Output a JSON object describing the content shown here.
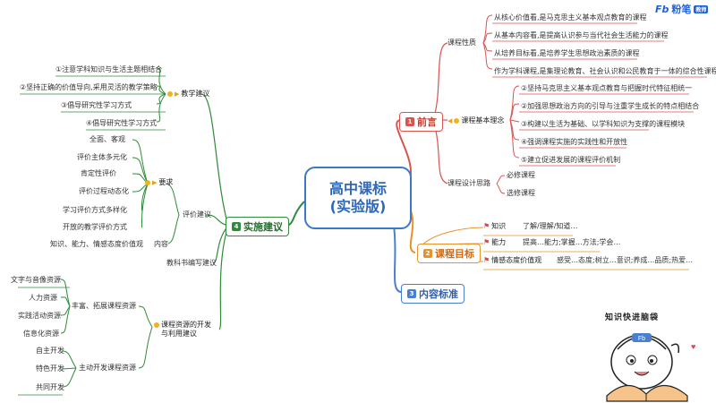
{
  "logo": {
    "mark": "Fb",
    "name": "粉笔",
    "badge": "教师"
  },
  "central": {
    "line1": "高中课标",
    "line2": "(实验版)"
  },
  "branches": {
    "preface": {
      "num": "1",
      "label": "前言"
    },
    "goals": {
      "num": "2",
      "label": "课程目标"
    },
    "content": {
      "num": "3",
      "label": "内容标准"
    },
    "practice": {
      "num": "4",
      "label": "实施建议"
    }
  },
  "preface": {
    "nature": {
      "label": "课程性质",
      "items": [
        "从核心价值看,是马克思主义基本观点教育的课程",
        "从基本内容看,是提高认识参与当代社会生活能力的课程",
        "从培养目标看,是培养学生思想政治素质的课程",
        "作为学科课程,是集理论教育、社会认识和公民教育于一体的综合性课程"
      ]
    },
    "ideas": {
      "label": "课程基本理念",
      "items": [
        "②坚持马克思主义基本观点教育与把握时代特征相统一",
        "②加强思想政治方向的引导与注重学生成长的特点相结合",
        "③构建以生活为基础、以学科知识为支撑的课程模块",
        "④强调课程实施的实践性和开放性",
        "⑤建立促进发展的课程评价机制"
      ]
    },
    "design": {
      "label": "课程设计思路",
      "items": [
        "必修课程",
        "选修课程"
      ]
    }
  },
  "goals": {
    "items": [
      {
        "label": "知识",
        "desc": "了解/理解/知道…"
      },
      {
        "label": "能力",
        "desc": "提高…能力;掌握…方法;学会…"
      },
      {
        "label": "情感态度价值观",
        "desc": "感受…态度;树立…意识;养成…品质;热爱…"
      }
    ]
  },
  "practice": {
    "teaching": {
      "label": "教学建议",
      "items": [
        "①注意学科知识与生活主题相结合",
        "②坚持正确的价值导向,采用灵活的教学策略",
        "③倡导研究性学习方式",
        "④倡导研究性学习方式"
      ]
    },
    "assessment": {
      "label": "评价建议",
      "requirement": {
        "label": "要求",
        "items": [
          "全面、客观",
          "评价主体多元化",
          "肯定性评价",
          "评价过程动态化",
          "学习评价方式多样化",
          "开放的教学评价方式"
        ]
      },
      "content": {
        "label": "内容",
        "items": [
          "知识、能力、情感态度价值观"
        ]
      }
    },
    "textbook": {
      "label": "教科书编写建议"
    },
    "resources": {
      "label": "课程资源的开发与利用建议",
      "enrich": {
        "label": "丰富、拓展课程资源",
        "items": [
          "文字与音像资源",
          "人力资源",
          "实践活动资源",
          "信息化资源"
        ]
      },
      "active": {
        "label": "主动开发课程资源",
        "items": [
          "自主开发",
          "特色开发",
          "共同开发"
        ]
      }
    }
  },
  "mascot": {
    "caption": "知识快进脑袋",
    "badge": "Fb"
  },
  "colors": {
    "preface": "#d9534f",
    "goals": "#e8922a",
    "content": "#4a7fd0",
    "practice": "#2e8b3a",
    "center": "#2e68b6"
  }
}
